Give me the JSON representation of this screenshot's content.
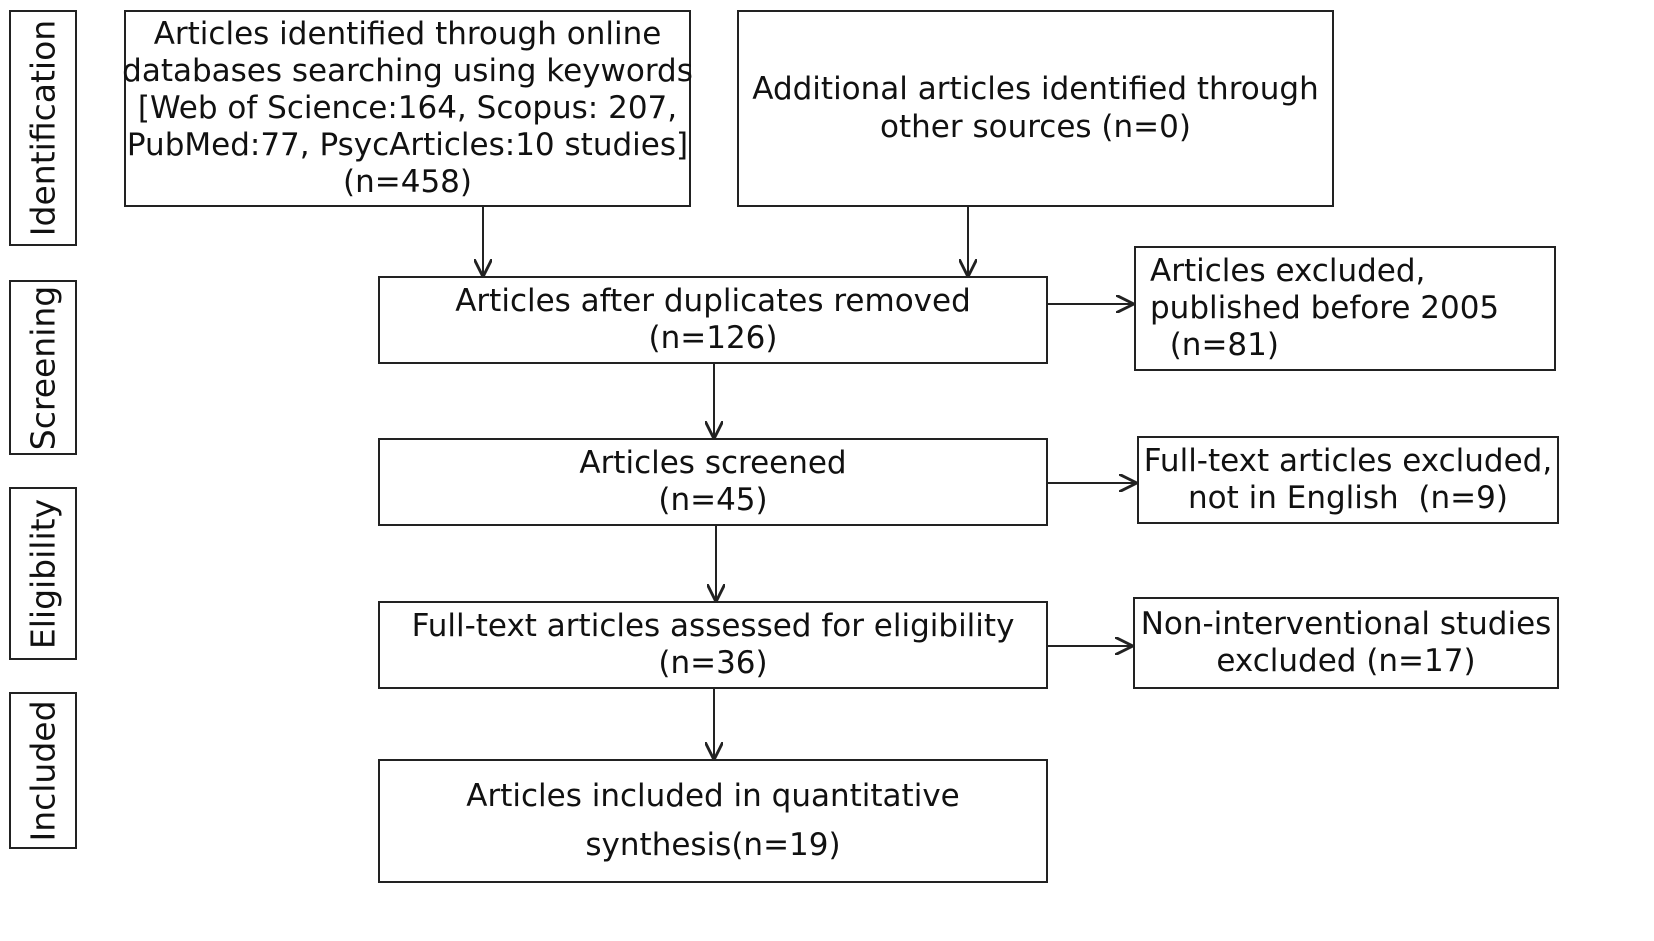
{
  "stages": {
    "identification": "Identification",
    "screening": "Screening",
    "eligibility": "Eligibility",
    "included": "Included"
  },
  "boxes": {
    "identified_databases": {
      "lines": [
        "Articles identified through online",
        "databases searching using keywords",
        "[Web of Science:164, Scopus: 207,",
        "PubMed:77, PsycArticles:10 studies]",
        "(n=458)"
      ]
    },
    "identified_other": {
      "lines": [
        "Additional articles identified through",
        "other sources  (n=0)"
      ]
    },
    "after_duplicates": {
      "lines": [
        "Articles after duplicates removed",
        "(n=126)"
      ]
    },
    "excluded_before_2005": {
      "lines": [
        "Articles excluded,",
        "published before 2005",
        "  (n=81)"
      ]
    },
    "screened": {
      "lines": [
        "Articles screened",
        "(n=45)"
      ]
    },
    "excluded_not_english": {
      "lines": [
        "Full-text articles excluded,",
        "not in English  (n=9)"
      ]
    },
    "assessed_eligibility": {
      "lines": [
        "Full-text articles assessed for eligibility",
        "(n=36)"
      ]
    },
    "excluded_non_interventional": {
      "lines": [
        "Non-interventional studies",
        "excluded (n=17)"
      ]
    },
    "included_quantitative": {
      "lines": [
        "Articles included in quantitative",
        "synthesis(n=19)"
      ]
    }
  },
  "colors": {
    "border": "#222222",
    "text": "#111111",
    "background": "#ffffff"
  }
}
